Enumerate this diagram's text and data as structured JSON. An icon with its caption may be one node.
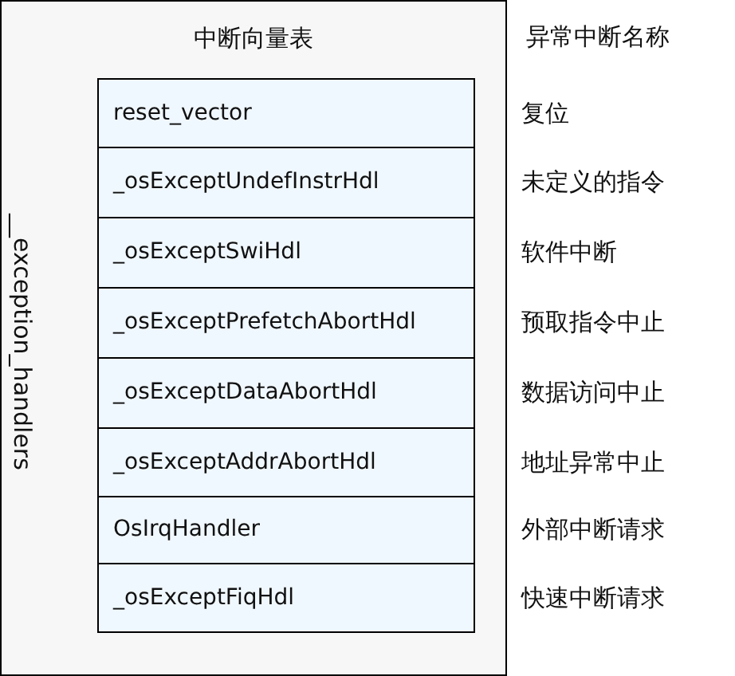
{
  "diagram": {
    "nodes": [
      {
        "text": [
          "中断向量表",
          "__exception_handlers"
        ]
      },
      {
        "text": [
          "reset_vector"
        ],
        "in": 0,
        "beside": [
          "复位"
        ]
      },
      {
        "text": [
          "_osExceptUndefInstrHdl"
        ],
        "in": 0,
        "beside": [
          "未定义的指令"
        ]
      },
      {
        "text": [
          "_osExceptSwiHdl"
        ],
        "in": 0,
        "beside": [
          "软件中断"
        ]
      },
      {
        "text": [
          "_osExceptPrefetchAbortHdl"
        ],
        "in": 0,
        "beside": [
          "预取指令中止"
        ]
      },
      {
        "text": [
          "_osExceptDataAbortHdl"
        ],
        "in": 0,
        "beside": [
          "数据访问中止"
        ]
      },
      {
        "text": [
          "_osExceptAddrAbortHdl"
        ],
        "in": 0,
        "beside": [
          "地址异常中止"
        ]
      },
      {
        "text": [
          "OsIrqHandler"
        ],
        "in": 0,
        "beside": [
          "外部中断请求"
        ]
      },
      {
        "text": [
          "_osExceptFiqHdl"
        ],
        "in": 0,
        "beside": [
          "快速中断请求"
        ]
      }
    ],
    "edges": [],
    "labels": [
      "异常中断名称"
    ]
  }
}
